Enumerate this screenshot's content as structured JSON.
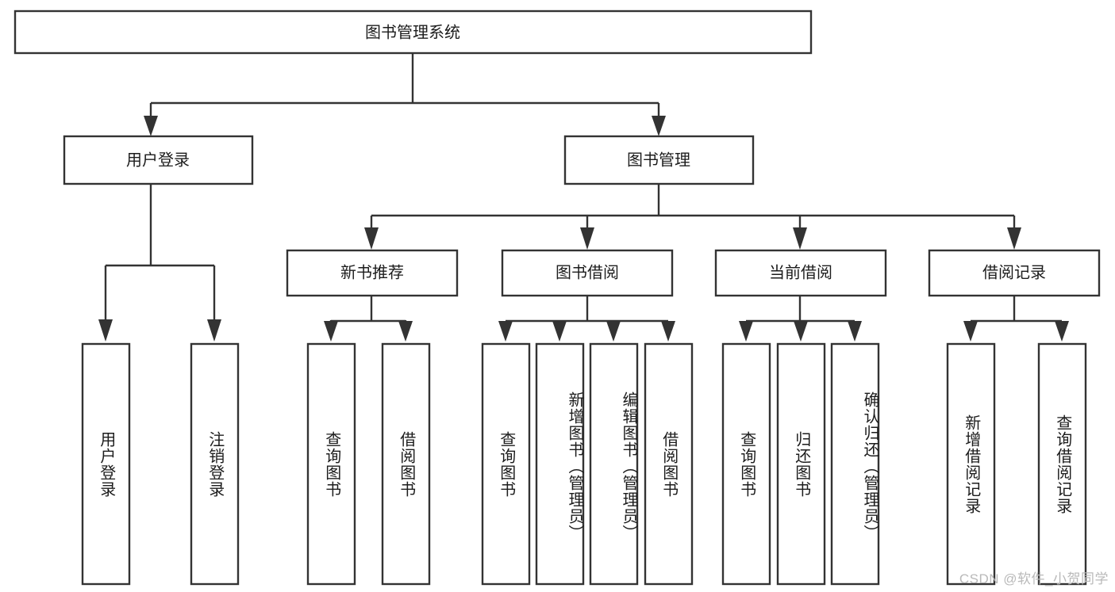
{
  "diagram": {
    "type": "tree-hierarchy",
    "title": "图书管理系统",
    "orientation": "top-down",
    "colors": {
      "background": "#ffffff",
      "box_stroke": "#333333",
      "box_fill": "#ffffff",
      "text": "#1c1c1c",
      "connector": "#333333",
      "watermark": "#b9b9b9"
    },
    "root": {
      "label": "图书管理系统"
    },
    "level2": [
      {
        "label": "用户登录"
      },
      {
        "label": "图书管理"
      }
    ],
    "level3": [
      {
        "label": "新书推荐"
      },
      {
        "label": "图书借阅"
      },
      {
        "label": "当前借阅"
      },
      {
        "label": "借阅记录"
      }
    ],
    "leaves": {
      "user_login": [
        {
          "label": "用户登录"
        },
        {
          "label": "注销登录"
        }
      ],
      "new_book_recommend": [
        {
          "label": "查询图书"
        },
        {
          "label": "借阅图书"
        }
      ],
      "book_borrow": [
        {
          "label": "查询图书"
        },
        {
          "label": "新增图书（管理员）"
        },
        {
          "label": "编辑图书（管理员）"
        },
        {
          "label": "借阅图书"
        }
      ],
      "current_borrow": [
        {
          "label": "查询图书"
        },
        {
          "label": "归还图书"
        },
        {
          "label": "确认归还（管理员）"
        }
      ],
      "borrow_records": [
        {
          "label": "新增借阅记录"
        },
        {
          "label": "查询借阅记录"
        }
      ]
    }
  },
  "watermark": {
    "text": "CSDN @软件_小贺同学"
  }
}
